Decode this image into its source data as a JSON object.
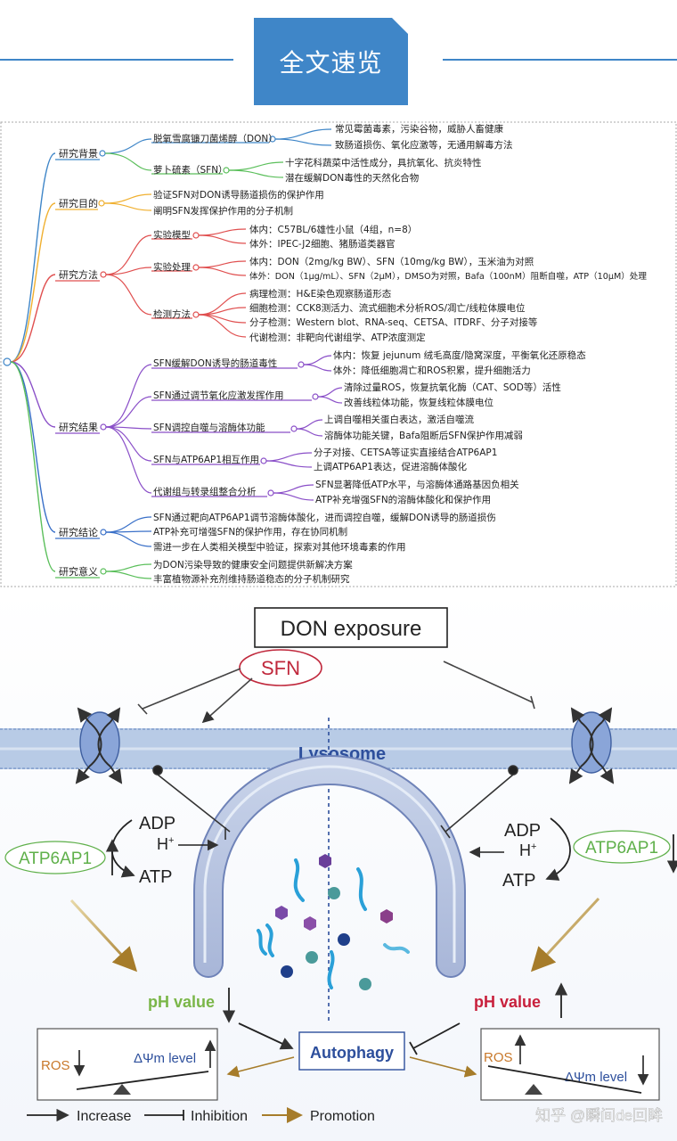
{
  "header": {
    "title": "全文速览"
  },
  "mindmap": {
    "background": {
      "label": "研究背景",
      "don": {
        "label": "脱氧雪腐镰刀菌烯醇（DON）",
        "items": [
          "常见霉菌毒素，污染谷物，威胁人畜健康",
          "致肠道损伤、氧化应激等，无通用解毒方法"
        ]
      },
      "sfn": {
        "label": "萝卜硫素（SFN）",
        "items": [
          "十字花科蔬菜中活性成分，具抗氧化、抗炎特性",
          "潜在缓解DON毒性的天然化合物"
        ]
      }
    },
    "purpose": {
      "label": "研究目的",
      "items": [
        "验证SFN对DON诱导肠道损伤的保护作用",
        "阐明SFN发挥保护作用的分子机制"
      ]
    },
    "methods": {
      "label": "研究方法",
      "model": {
        "label": "实验模型",
        "items": [
          "体内：C57BL/6雄性小鼠（4组，n=8）",
          "体外：IPEC-J2细胞、猪肠道类器官"
        ]
      },
      "treatment": {
        "label": "实验处理",
        "items": [
          "体内：DON（2mg/kg BW）、SFN（10mg/kg BW），玉米油为对照",
          "体外：DON（1μg/mL）、SFN（2μM），DMSO为对照，Bafa（100nM）阻断自噬，ATP（10μM）处理"
        ]
      },
      "detection": {
        "label": "检测方法",
        "items": [
          "病理检测：H&E染色观察肠道形态",
          "细胞检测：CCK8测活力、流式细胞术分析ROS/凋亡/线粒体膜电位",
          "分子检测：Western blot、RNA-seq、CETSA、ITDRF、分子对接等",
          "代谢检测：非靶向代谢组学、ATP浓度测定"
        ]
      }
    },
    "results": {
      "label": "研究结果",
      "groups": [
        {
          "label": "SFN缓解DON诱导的肠道毒性",
          "items": [
            "体内：恢复 jejunum 绒毛高度/隐窝深度，平衡氧化还原稳态",
            "体外：降低细胞凋亡和ROS积累，提升细胞活力"
          ]
        },
        {
          "label": "SFN通过调节氧化应激发挥作用",
          "items": [
            "清除过量ROS，恢复抗氧化酶（CAT、SOD等）活性",
            "改善线粒体功能，恢复线粒体膜电位"
          ]
        },
        {
          "label": "SFN调控自噬与溶酶体功能",
          "items": [
            "上调自噬相关蛋白表达，激活自噬流",
            "溶酶体功能关键，Bafa阻断后SFN保护作用减弱"
          ]
        },
        {
          "label": "SFN与ATP6AP1相互作用",
          "items": [
            "分子对接、CETSA等证实直接结合ATP6AP1",
            "上调ATP6AP1表达，促进溶酶体酸化"
          ]
        },
        {
          "label": "代谢组与转录组整合分析",
          "items": [
            "SFN显著降低ATP水平，与溶酶体通路基因负相关",
            "ATP补充增强SFN的溶酶体酸化和保护作用"
          ]
        }
      ]
    },
    "conclusion": {
      "label": "研究结论",
      "items": [
        "SFN通过靶向ATP6AP1调节溶酶体酸化，进而调控自噬，缓解DON诱导的肠道损伤",
        "ATP补充可增强SFN的保护作用，存在协同机制",
        "需进一步在人类相关模型中验证，探索对其他环境毒素的作用"
      ]
    },
    "significance": {
      "label": "研究意义",
      "items": [
        "为DON污染导致的健康安全问题提供新解决方案",
        "丰富植物源补充剂维持肠道稳态的分子机制研究"
      ]
    }
  },
  "mechanism": {
    "don_exposure": "DON exposure",
    "sfn": "SFN",
    "lysosome": "Lysosome",
    "left": {
      "adp": "ADP",
      "h": "H",
      "h_sup": "+",
      "atp": "ATP",
      "protein": "ATP6AP1",
      "ph": "pH value",
      "ros": "ROS",
      "dpsi": "ΔΨm level"
    },
    "right": {
      "adp": "ADP",
      "h": "H",
      "h_sup": "+",
      "atp": "ATP",
      "protein": "ATP6AP1",
      "ph": "pH value",
      "ros": "ROS",
      "dpsi": "ΔΨm level"
    },
    "autophagy": "Autophagy",
    "legend": {
      "increase": "Increase",
      "inhibition": "Inhibition",
      "promotion": "Promotion"
    },
    "watermark": "知乎 @瞬间de回眸",
    "colors": {
      "blue_title": "#3f86c8",
      "sfn_red": "#c0283c",
      "green": "#5fb04a",
      "ph_green": "#7ab648",
      "ph_red": "#c8203c",
      "lysosome_text": "#2d4f9c",
      "membrane": "#b8cbe6",
      "orange": "#c8782a",
      "brown_arrow": "#a67c2a"
    }
  }
}
